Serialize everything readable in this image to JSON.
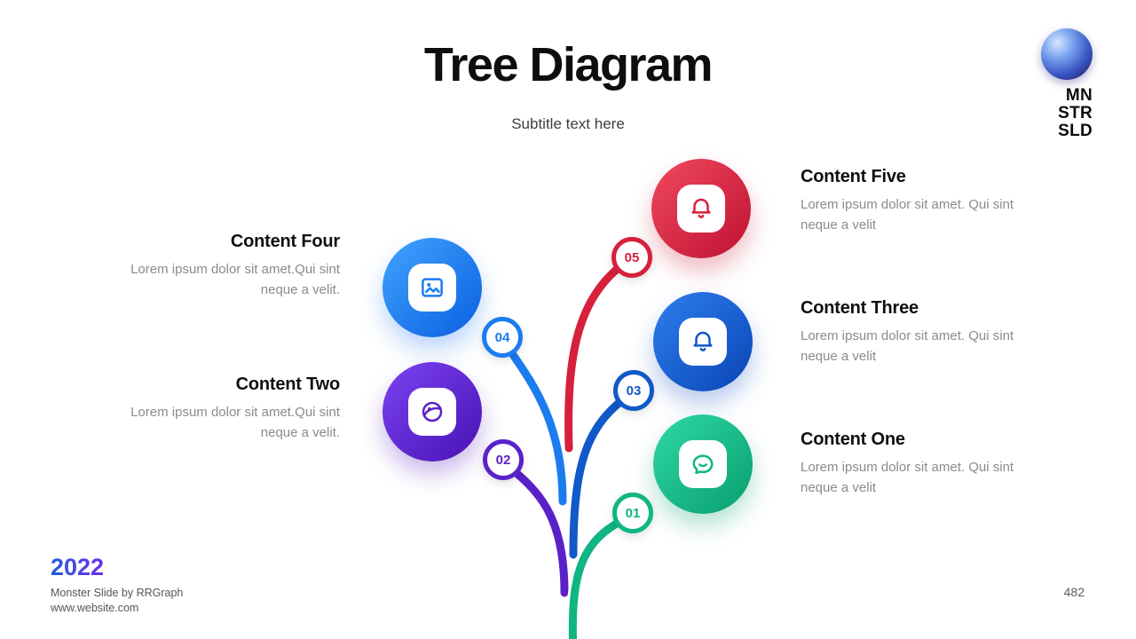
{
  "slide": {
    "title": "Tree Diagram",
    "subtitle": "Subtitle text here",
    "page_number": "482"
  },
  "logo": {
    "lines": [
      "MN",
      "STR",
      "SLD"
    ]
  },
  "footer": {
    "year": "2022",
    "credit": "Monster Slide  by RRGraph",
    "website": "www.website.com"
  },
  "colors": {
    "node1_green": "#0fb583",
    "node2_purple": "#5b21c9",
    "node3_blue": "#1158c8",
    "node4_light_blue": "#1b7cf0",
    "node5_red": "#d6203c"
  },
  "nodes": [
    {
      "number": "01",
      "title": "Content One",
      "body": "Lorem ipsum dolor sit amet. Qui sint neque a velit",
      "color": "#0fb583",
      "icon": "chat-icon",
      "side": "right"
    },
    {
      "number": "02",
      "title": "Content Two",
      "body": "Lorem ipsum dolor sit amet.Qui sint neque a velit.",
      "color": "#5b21c9",
      "icon": "globe-icon",
      "side": "left"
    },
    {
      "number": "03",
      "title": "Content Three",
      "body": "Lorem ipsum dolor sit amet. Qui sint neque a velit",
      "color": "#1158c8",
      "icon": "bell-icon",
      "side": "right"
    },
    {
      "number": "04",
      "title": "Content Four",
      "body": "Lorem ipsum dolor sit amet.Qui sint neque a velit.",
      "color": "#1b7cf0",
      "icon": "image-icon",
      "side": "left"
    },
    {
      "number": "05",
      "title": "Content Five",
      "body": "Lorem ipsum dolor sit amet. Qui sint neque a velit",
      "color": "#d6203c",
      "icon": "bell-icon",
      "side": "right"
    }
  ]
}
